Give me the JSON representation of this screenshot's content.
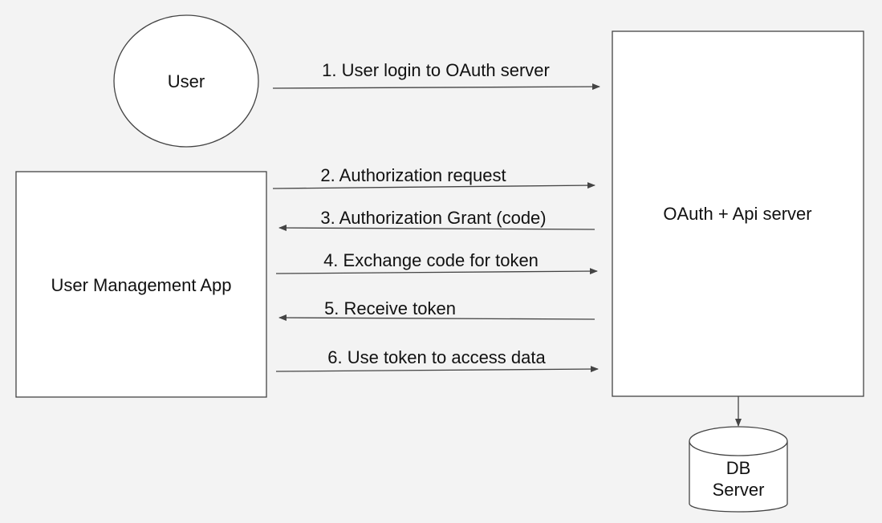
{
  "nodes": {
    "user": {
      "label": "User"
    },
    "app": {
      "label": "User Management App"
    },
    "server": {
      "label": "OAuth + Api server"
    },
    "db": {
      "label_line1": "DB",
      "label_line2": "Server"
    }
  },
  "edges": [
    {
      "from": "user",
      "to": "server",
      "label": "1. User login to OAuth server"
    },
    {
      "from": "app",
      "to": "server",
      "label": "2. Authorization request"
    },
    {
      "from": "server",
      "to": "app",
      "label": "3. Authorization Grant (code)"
    },
    {
      "from": "app",
      "to": "server",
      "label": "4. Exchange code for token"
    },
    {
      "from": "server",
      "to": "app",
      "label": "5. Receive token"
    },
    {
      "from": "app",
      "to": "server",
      "label": "6. Use token to access data"
    },
    {
      "from": "server",
      "to": "db",
      "label": ""
    }
  ]
}
